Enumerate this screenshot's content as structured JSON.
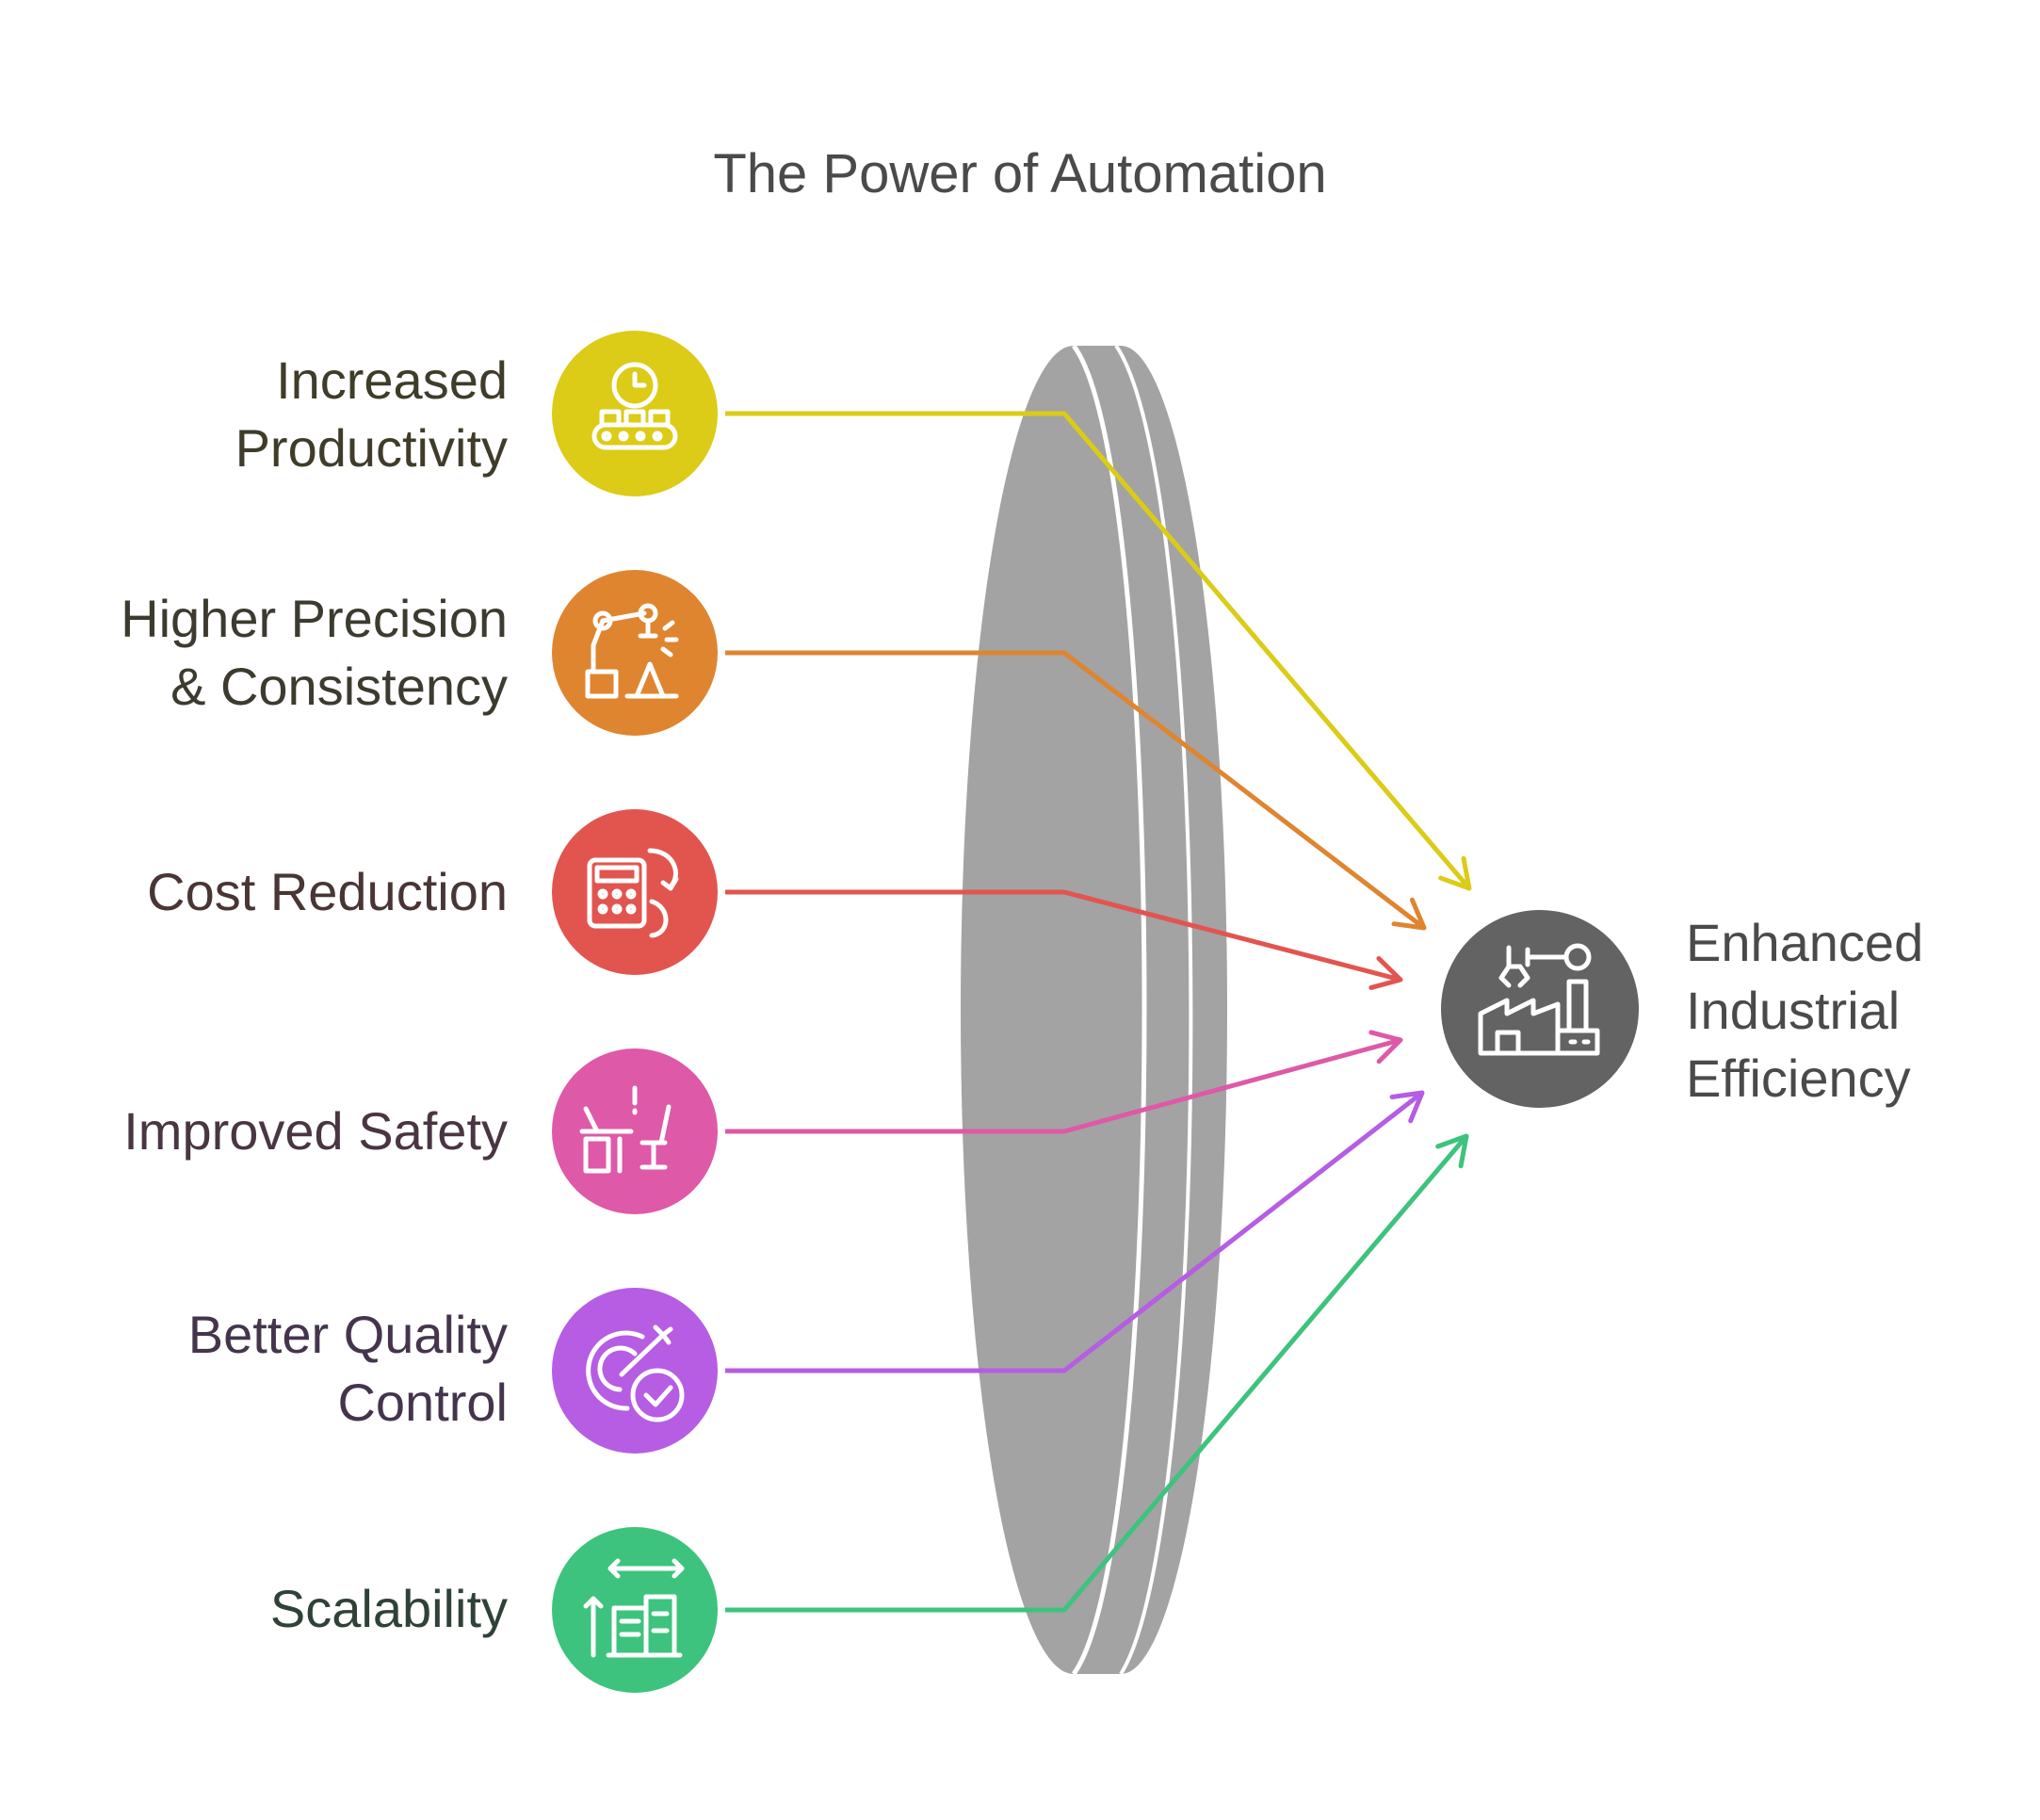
{
  "title": "The Power of Automation",
  "inputs": [
    {
      "lines": [
        "Increased",
        "Productivity"
      ],
      "color": "#dccb17",
      "text_color": "#3f3c2a",
      "icon": "conveyor-clock-icon"
    },
    {
      "lines": [
        "Higher Precision",
        "& Consistency"
      ],
      "color": "#df8530",
      "text_color": "#3d3a2f",
      "icon": "robot-arm-icon"
    },
    {
      "lines": [
        "Cost Reduction"
      ],
      "color": "#e2554f",
      "text_color": "#4a3535",
      "icon": "calculator-cycle-icon"
    },
    {
      "lines": [
        "Improved Safety"
      ],
      "color": "#de59a7",
      "text_color": "#4a3542",
      "icon": "workstation-alert-icon"
    },
    {
      "lines": [
        "Better Quality",
        "Control"
      ],
      "color": "#b65de3",
      "text_color": "#44354d",
      "icon": "target-check-icon"
    },
    {
      "lines": [
        "Scalability"
      ],
      "color": "#3dc37d",
      "text_color": "#2f4238",
      "icon": "buildings-expand-icon"
    }
  ],
  "output": {
    "lines": [
      "Enhanced",
      "Industrial",
      "Efficiency"
    ],
    "color": "#636363",
    "icon": "factory-robot-icon"
  },
  "lens_color": "#a3a3a3"
}
